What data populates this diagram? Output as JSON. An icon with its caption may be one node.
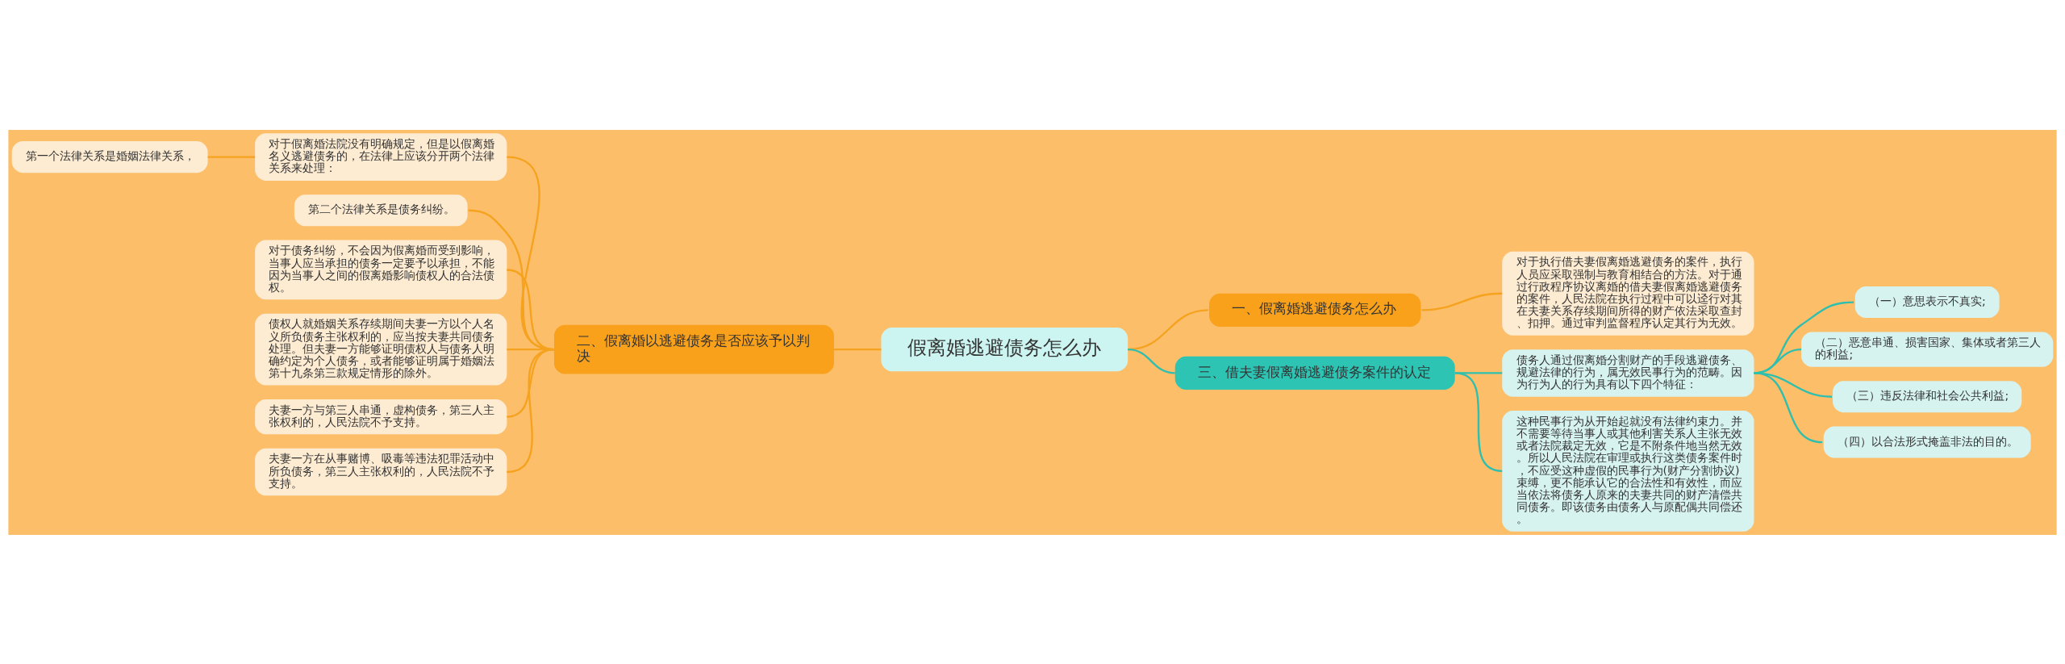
{
  "diagram": {
    "nodes": [
      {
        "text": [
          "假离婚逃避债务怎么办"
        ]
      },
      {
        "text": [
          "一、假离婚逃避债务怎么办"
        ]
      },
      {
        "text": [
          "对于执行借夫妻假离婚逃避债务的案件，执行人员应采取强制与教育相结合的方法。对于通过行政程序协议离婚的借夫妻假离婚逃避债务的案件，人民法院在执行过程中可以迳行对其在夫妻关系存续期间所得的财产依法采取查封、扣押。通过审判监督程序认定其行为无效。"
        ]
      },
      {
        "text": [
          "二、假离婚以逃避债务是否应该予以判决"
        ]
      },
      {
        "text": [
          "对于假离婚法院没有明确规定，但是以假离婚名义逃避债务的，在法律上应该分开两个法律关系来处理："
        ]
      },
      {
        "text": [
          "第一个法律关系是婚姻法律关系，"
        ]
      },
      {
        "text": [
          "第二个法律关系是债务纠纷。"
        ]
      },
      {
        "text": [
          "对于债务纠纷，不会因为假离婚而受到影响，当事人应当承担的债务一定要予以承担，不能因为当事人之间的假离婚影响债权人的合法债权。"
        ]
      },
      {
        "text": [
          "债权人就婚姻关系存续期间夫妻一方以个人名义所负债务主张权利的，应当按夫妻共同债务处理。但夫妻一方能够证明债权人与债务人明确约定为个人债务，或者能够证明属于婚姻法第十九条第三款规定情形的除外。"
        ]
      },
      {
        "text": [
          "夫妻一方与第三人串通，虚构债务，第三人主张权利的，人民法院不予支持。"
        ]
      },
      {
        "text": [
          "夫妻一方在从事赌博、吸毒等违法犯罪活动中所负债务，第三人主张权利的，人民法院不予支持。"
        ]
      },
      {
        "text": [
          "三、借夫妻假离婚逃避债务案件的认定"
        ]
      },
      {
        "text": [
          "债务人通过假离婚分割财产的手段逃避债务、规避法律的行为，属无效民事行为的范畴。因为行为人的行为具有以下四个特征："
        ]
      },
      {
        "text": [
          "（一）意思表示不真实;"
        ]
      },
      {
        "text": [
          "（二）恶意串通、损害国家、集体或者第三人的利益;"
        ]
      },
      {
        "text": [
          "（三）违反法律和社会公共利益;"
        ]
      },
      {
        "text": [
          "（四）以合法形式掩盖非法的目的。"
        ]
      },
      {
        "text": [
          "这种民事行为从开始起就没有法律约束力。并不需要等待当事人或其他利害关系人主张无效或者法院裁定无效，它是不附条件地当然无效。所以人民法院在审理或执行这类债务案件时，不应受这种虚假的民事行为(财产分割协议)束缚，更不能承认它的合法性和有效性，而应当依法将债务人原来的夫妻共同的财产清偿共同债务。即该债务由债务人与原配偶共同偿还。"
        ]
      }
    ],
    "edges": [
      {
        "from": 0,
        "to": 1,
        "arrow": "none"
      },
      {
        "from": 1,
        "to": 2,
        "arrow": "none"
      },
      {
        "from": 0,
        "to": 3,
        "arrow": "none"
      },
      {
        "from": 3,
        "to": 4,
        "arrow": "none"
      },
      {
        "from": 4,
        "to": 5,
        "arrow": "none"
      },
      {
        "from": 3,
        "to": 6,
        "arrow": "none"
      },
      {
        "from": 3,
        "to": 7,
        "arrow": "none"
      },
      {
        "from": 3,
        "to": 8,
        "arrow": "none"
      },
      {
        "from": 3,
        "to": 9,
        "arrow": "none"
      },
      {
        "from": 3,
        "to": 10,
        "arrow": "none"
      },
      {
        "from": 0,
        "to": 11,
        "arrow": "none",
        "color": "#2ebfae"
      },
      {
        "from": 11,
        "to": 12,
        "arrow": "none",
        "color": "#2ebfae"
      },
      {
        "from": 12,
        "to": 13,
        "arrow": "none",
        "color": "#2ebfae"
      },
      {
        "from": 12,
        "to": 14,
        "arrow": "none",
        "color": "#2ebfae"
      },
      {
        "from": 12,
        "to": 15,
        "arrow": "none",
        "color": "#2ebfae"
      },
      {
        "from": 12,
        "to": 16,
        "arrow": "none",
        "color": "#2ebfae"
      },
      {
        "from": 11,
        "to": 17,
        "arrow": "none",
        "color": "#2ebfae"
      }
    ]
  }
}
